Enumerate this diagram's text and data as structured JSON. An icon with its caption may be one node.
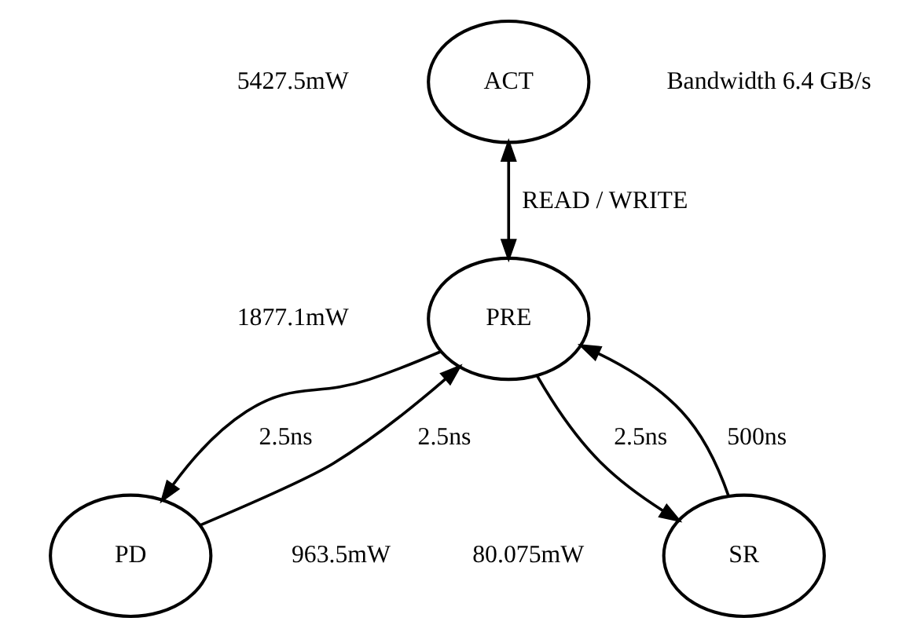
{
  "diagram": {
    "nodes": [
      {
        "text": [
          "ACT"
        ],
        "beside": [
          "5427.5mW",
          "Bandwidth 6.4 GB/s"
        ]
      },
      {
        "text": [
          "PRE"
        ],
        "beside": [
          "1877.1mW"
        ]
      },
      {
        "text": [
          "PD"
        ],
        "beside": [
          "963.5mW"
        ]
      },
      {
        "text": [
          "SR"
        ],
        "beside": [
          "80.075mW"
        ]
      }
    ],
    "edges": [
      {
        "from": 0,
        "to": 1,
        "arrow": "both",
        "label": "READ / WRITE"
      },
      {
        "from": 2,
        "to": 1,
        "arrow": "to",
        "label": "2.5ns"
      },
      {
        "from": 1,
        "to": 2,
        "arrow": "to",
        "label": "2.5ns"
      },
      {
        "from": 1,
        "to": 3,
        "arrow": "to",
        "label": "2.5ns"
      },
      {
        "from": 3,
        "to": 1,
        "arrow": "to",
        "label": "500ns"
      }
    ]
  }
}
